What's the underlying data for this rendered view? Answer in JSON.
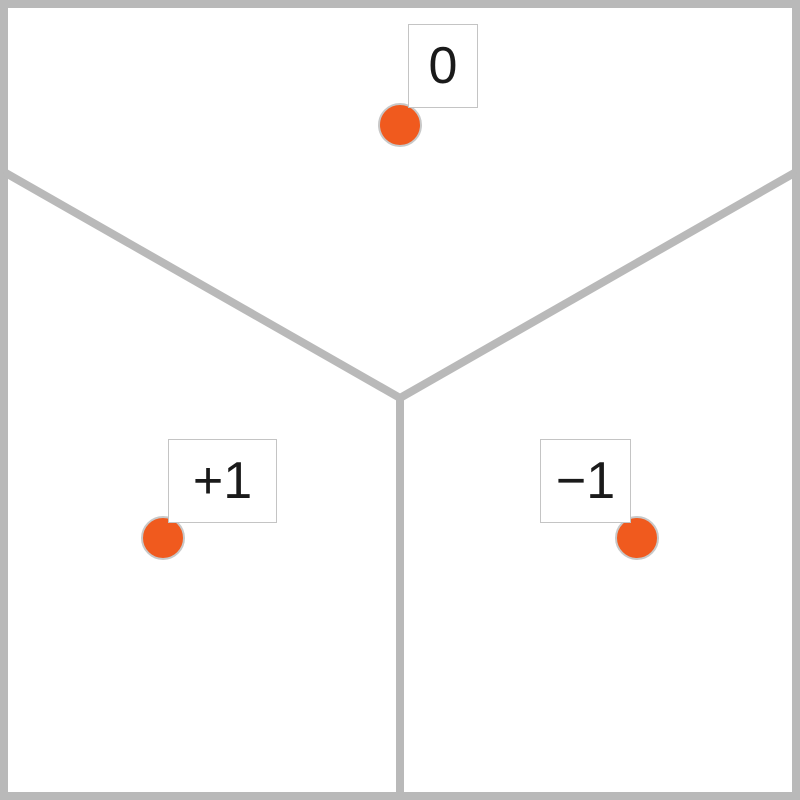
{
  "colors": {
    "background": "#ffffff",
    "border": "#b9b9b9",
    "divider": "#b9b9b9",
    "point": "#f05a1e",
    "point_outline": "#c8c8c8",
    "label_border": "#c4c4c4",
    "label_text": "#1a1a1a"
  },
  "regions": [
    {
      "id": "top",
      "label": "0"
    },
    {
      "id": "left",
      "label": "+1"
    },
    {
      "id": "right",
      "label": "−1"
    }
  ]
}
